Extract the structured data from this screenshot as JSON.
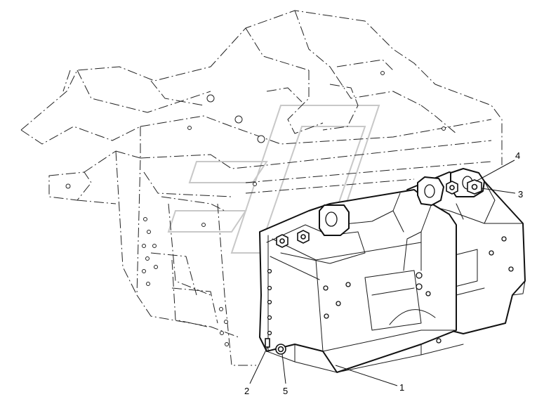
{
  "callouts": [
    {
      "label": "1"
    },
    {
      "label": "2"
    },
    {
      "label": "3"
    },
    {
      "label": "4"
    },
    {
      "label": "5"
    }
  ],
  "colors": {
    "line": "#111111",
    "background": "#ffffff",
    "watermark": "#c8c8c8"
  }
}
